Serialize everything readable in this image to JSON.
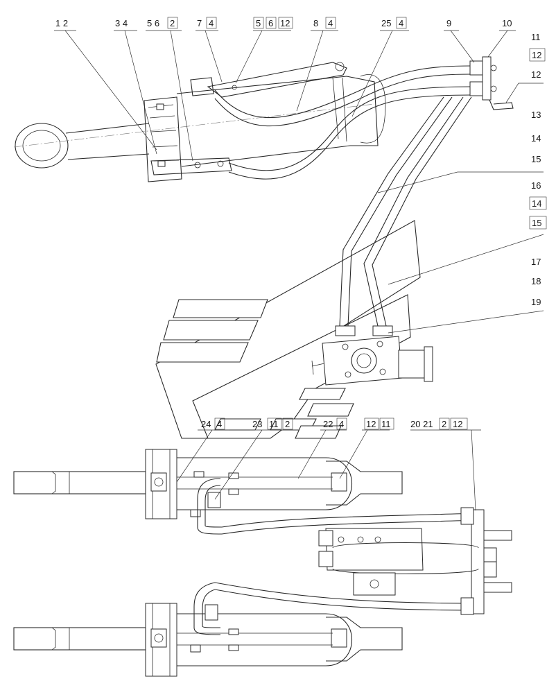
{
  "callouts": {
    "c1": "1 2",
    "c2": "3 4",
    "c3": "5 6",
    "c3q": "2",
    "c4": "7",
    "c4q": "4",
    "c5a": "5",
    "c5b": "6",
    "c5c": "12",
    "c6": "8",
    "c6q": "4",
    "c7": "25",
    "c7q": "4",
    "c8": "9",
    "c9": "10",
    "c10": "11",
    "c10b": "12",
    "c11": "12",
    "c12": "13",
    "c12b": "14",
    "c12c": "15",
    "c13": "16",
    "c13b": "14",
    "c13c": "15",
    "c14": "17",
    "c14b": "18",
    "c14c": "19",
    "c15": "24",
    "c15q": "4",
    "c16": "23",
    "c16b": "11",
    "c16q": "2",
    "c17": "22",
    "c17q": "4",
    "c18a": "12",
    "c18b": "11",
    "c19": "20 21",
    "c19q": "2",
    "c19b": "12"
  }
}
